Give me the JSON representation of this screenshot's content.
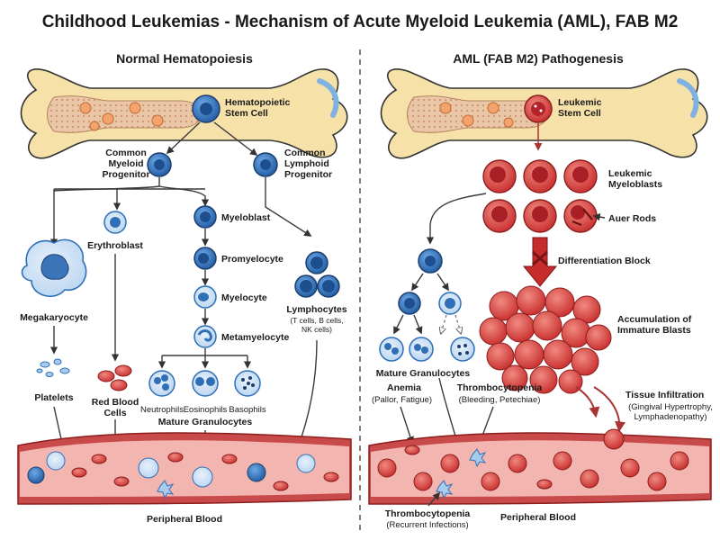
{
  "title": "Childhood Leukemias - Mechanism of Acute Myeloid Leukemia (AML), FAB M2",
  "left_panel": {
    "heading": "Normal Hematopoiesis",
    "hsc": [
      "Hematopoietic",
      "Stem Cell"
    ],
    "cmp": [
      "Common",
      "Myeloid",
      "Progenitor"
    ],
    "clp": [
      "Common",
      "Lymphoid",
      "Progenitor"
    ],
    "megakaryocyte": "Megakaryocyte",
    "erythroblast": "Erythroblast",
    "myeloblast": "Myeloblast",
    "promyelocyte": "Promyelocyte",
    "myelocyte": "Myelocyte",
    "metamyelocyte": "Metamyelocyte",
    "lymphocytes": "Lymphocytes",
    "lymphocytes_sub": [
      "(T cells, B cells,",
      "NK cells)"
    ],
    "platelets": "Platelets",
    "rbc": [
      "Red Blood",
      "Cells"
    ],
    "neutrophils": "Neutrophils",
    "eosinophils": "Eosinophils",
    "basophils": "Basophils",
    "mature_granulocytes": "Mature Granulocytes",
    "peripheral_blood": "Peripheral Blood"
  },
  "right_panel": {
    "heading": "AML (FAB M2) Pathogenesis",
    "lsc": [
      "Leukemic",
      "Stem Cell"
    ],
    "myeloblasts": [
      "Leukemic",
      "Myeloblasts"
    ],
    "auer_rods": "Auer Rods",
    "diff_block": "Differentiation Block",
    "accumulation": [
      "Accumulation of",
      "Immature Blasts"
    ],
    "mature_granulocytes": "Mature Granulocytes",
    "tissue_infiltration": "Tissue Infiltration",
    "tissue_sub": [
      "(Gingival Hypertrophy,",
      "Lymphadenopathy)"
    ],
    "anemia": "Anemia",
    "anemia_sub": "(Pallor, Fatigue)",
    "thrombo_top": "Thrombocytopenia",
    "thrombo_top_sub": "(Bleeding, Petechiae)",
    "thrombo_bottom": "Thrombocytopenia",
    "thrombo_bottom_sub": "(Recurrent Infections)",
    "peripheral_blood": "Peripheral Blood"
  },
  "colors": {
    "bone": "#f6e2a8",
    "marrow": "#e9c7a6",
    "stem_blue": "#2f6fb8",
    "leukemic_red": "#d83a3a",
    "vessel": "#f2b5b0"
  }
}
